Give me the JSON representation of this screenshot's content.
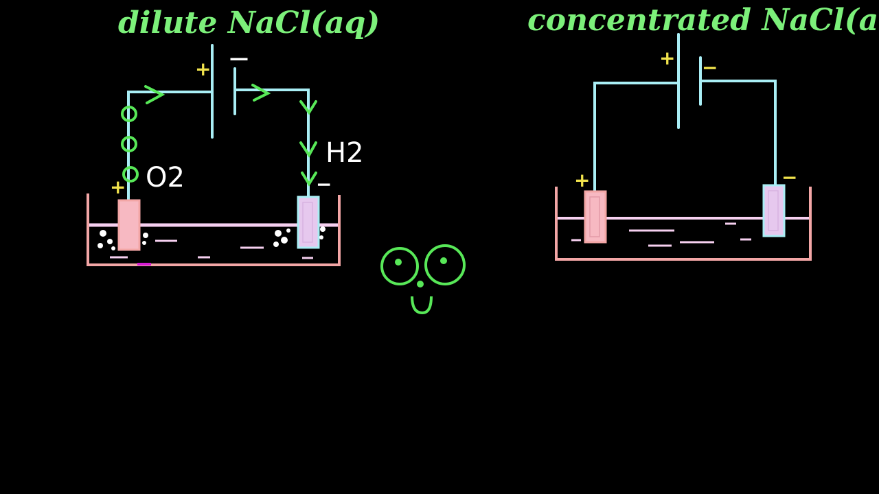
{
  "colors": {
    "background": "#000000",
    "title": "#7cf07a",
    "wire": "#a9eef5",
    "container": "#f3a6a6",
    "anode_fill": "#f7b9c2",
    "cathode_fill": "#e6c8ee",
    "positive": "#f1e34d",
    "negative": "#ffffff",
    "arrow": "#58e858",
    "bubble": "#ffffff",
    "liquid_line": "#f6d0f0",
    "face": "#58e858",
    "highlight": "#d31bd3"
  },
  "left_cell": {
    "title": "dilute NaCl(aq)",
    "anode_sign": "+",
    "cathode_sign": "−",
    "battery_pos": "+",
    "battery_neg": "—",
    "anode_gas": "O2",
    "cathode_gas": "H2",
    "arrow_right_symbol": ">",
    "arrow_down_symbol": "v"
  },
  "right_cell": {
    "title": "concentrated NaCl(aq)",
    "anode_sign": "+",
    "cathode_sign": "−",
    "battery_pos": "+",
    "battery_neg": "−"
  },
  "doodle": {
    "icon": "smiley-face-icon"
  }
}
